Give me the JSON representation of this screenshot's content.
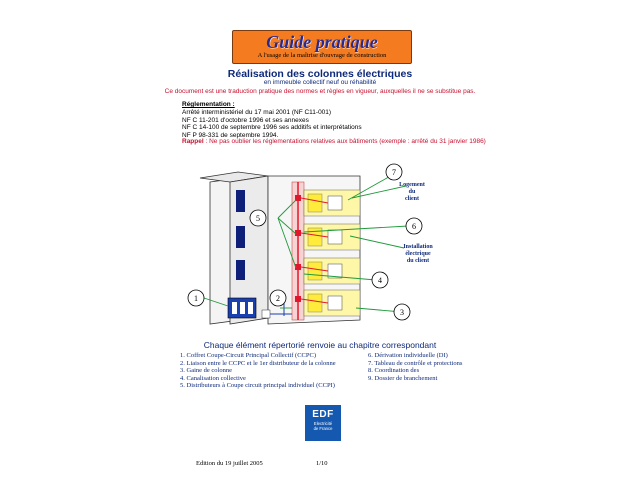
{
  "header": {
    "title": "Guide pratique",
    "subtitle": "A l'usage de la maîtrise d'ouvrage de construction"
  },
  "doc": {
    "title": "Réalisation des colonnes électriques",
    "subtitle": "en immeuble collectif neuf ou réhabilité",
    "disclaimer": "Ce document est une traduction pratique des normes et règles en vigueur, auxquelles il ne se substitue pas."
  },
  "regulations": {
    "heading": "Réglementation :",
    "items": [
      "Arrêté interministériel du 17 mai 2001 (NF C11-001)",
      "NF C 11-201 d'octobre 1996 et ses annexes",
      "NF C 14-100 de septembre 1996 ses additifs et interprétations",
      "NF P 98-331 de septembre 1994."
    ]
  },
  "rappel": {
    "label": "Rappel",
    "text": " : Ne pas oublier les réglementations relatives aux  bâtiments (exemple : arrêté du 31 janvier 1986)"
  },
  "diagram": {
    "labels": {
      "logement": [
        "Logement",
        "du",
        "client"
      ],
      "installation": [
        "Installation",
        "électrique",
        "du client"
      ]
    },
    "callouts": [
      "1",
      "2",
      "3",
      "4",
      "5",
      "6",
      "7"
    ],
    "colors": {
      "building": "#f2f2f2",
      "wall": "#e6e6e6",
      "column": "#ffeb3b",
      "red": "#e0182d",
      "green": "#1f9a3a",
      "blue": "#1a3fb0",
      "window": "#0e1f7a"
    }
  },
  "caption": "Chaque élément répertorié renvoie au chapitre correspondant",
  "legend": {
    "left": [
      "1. Coffret Coupe-Circuit Principal Collectif (CCPC)",
      "2. Liaison entre le CCPC et le 1er distributeur de la colonne",
      "3. Gaine de colonne",
      "4. Canalisation collective",
      "5. Distributeurs à Coupe circuit principal  individuel (CCPI)"
    ],
    "right": [
      "6. Dérivation individuelle (DI)",
      "7. Tableau de contrôle et protections",
      "8. Coordination des",
      "9. Dossier de branchement"
    ]
  },
  "logo": {
    "name": "EDF",
    "tagline": [
      "Electricité",
      "de France"
    ]
  },
  "footer": {
    "edition": "Edition  du 19 juillet 2005",
    "page": "1/10"
  }
}
